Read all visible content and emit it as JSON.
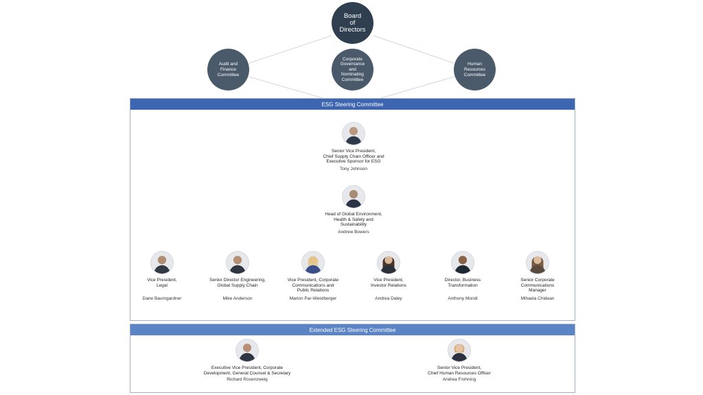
{
  "colors": {
    "board": "#2f3f4f",
    "committee": "#4a5a6a",
    "esg_header": "#3d65b0",
    "extended_header": "#5a84c6"
  },
  "board": {
    "label_lines": [
      "Board",
      "of",
      "Directors"
    ]
  },
  "committees": [
    {
      "label_lines": [
        "Audit and",
        "Finance",
        "Committee"
      ]
    },
    {
      "label_lines": [
        "Corporate",
        "Governance",
        "and",
        "Nominating",
        "Committee"
      ]
    },
    {
      "label_lines": [
        "Human",
        "Resources",
        "Committee"
      ]
    }
  ],
  "esg": {
    "title": "ESG Steering Committee",
    "sponsor": {
      "role_lines": [
        "Senior Vice President,",
        "Chief Supply Chain Officer and",
        "Executive Sponsor for ESG"
      ],
      "name": "Tony Johnson",
      "icon": "portrait-icon"
    },
    "head": {
      "role_lines": [
        "Head of Global Environment,",
        "Health & Safety and",
        "Sustainability"
      ],
      "name": "Andrew Bowers",
      "icon": "portrait-icon"
    },
    "members": [
      {
        "role_lines": [
          "Vice President,",
          "Legal"
        ],
        "name": "Dane Baumgardner"
      },
      {
        "role_lines": [
          "Senior Director Engineering,",
          "Global Supply Chain"
        ],
        "name": "Mike Anderson"
      },
      {
        "role_lines": [
          "Vice President, Corporate",
          "Communications and",
          "Public Relations"
        ],
        "name": "Marion Par-Weixlberger"
      },
      {
        "role_lines": [
          "Vice President,",
          "Investor Relations"
        ],
        "name": "Andrea Daley"
      },
      {
        "role_lines": [
          "Director, Business",
          "Transformation"
        ],
        "name": "Anthony Mondi"
      },
      {
        "role_lines": [
          "Senior Corporate",
          "Communications",
          "Manager"
        ],
        "name": "Mihaela Chidean"
      }
    ]
  },
  "extended": {
    "title": "Extended ESG Steering Committee",
    "members": [
      {
        "role_lines": [
          "Executive Vice President, Corporate",
          "Development, General Counsel & Secretary"
        ],
        "name": "Richard Rosenzweig"
      },
      {
        "role_lines": [
          "Senior Vice President,",
          "Chief Human Resources Officer"
        ],
        "name": "Andrea Frohning"
      }
    ]
  }
}
